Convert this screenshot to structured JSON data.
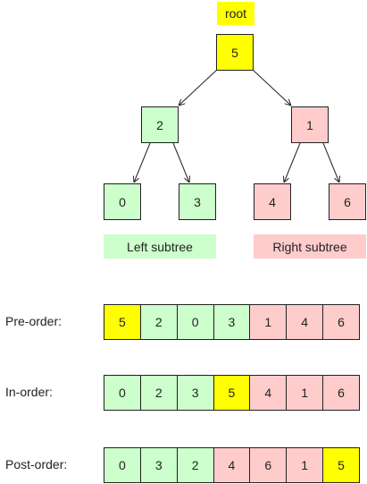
{
  "colors": {
    "root": "#ffff00",
    "left": "#ccffcc",
    "right": "#ffcccc",
    "border": "#222222"
  },
  "tree": {
    "root_label": "root",
    "nodes": {
      "n5": {
        "value": "5",
        "group": "root"
      },
      "n2": {
        "value": "2",
        "group": "left"
      },
      "n1": {
        "value": "1",
        "group": "right"
      },
      "n0": {
        "value": "0",
        "group": "left"
      },
      "n3": {
        "value": "3",
        "group": "left"
      },
      "n4": {
        "value": "4",
        "group": "right"
      },
      "n6": {
        "value": "6",
        "group": "right"
      }
    },
    "edges": [
      [
        "n5",
        "n2"
      ],
      [
        "n5",
        "n1"
      ],
      [
        "n2",
        "n0"
      ],
      [
        "n2",
        "n3"
      ],
      [
        "n1",
        "n4"
      ],
      [
        "n1",
        "n6"
      ]
    ]
  },
  "legend": {
    "left": "Left subtree",
    "right": "Right subtree"
  },
  "traversals": [
    {
      "label": "Pre-order:",
      "cells": [
        {
          "value": "5",
          "group": "root"
        },
        {
          "value": "2",
          "group": "left"
        },
        {
          "value": "0",
          "group": "left"
        },
        {
          "value": "3",
          "group": "left"
        },
        {
          "value": "1",
          "group": "right"
        },
        {
          "value": "4",
          "group": "right"
        },
        {
          "value": "6",
          "group": "right"
        }
      ]
    },
    {
      "label": "In-order:",
      "cells": [
        {
          "value": "0",
          "group": "left"
        },
        {
          "value": "2",
          "group": "left"
        },
        {
          "value": "3",
          "group": "left"
        },
        {
          "value": "5",
          "group": "root"
        },
        {
          "value": "4",
          "group": "right"
        },
        {
          "value": "1",
          "group": "right"
        },
        {
          "value": "6",
          "group": "right"
        }
      ]
    },
    {
      "label": "Post-order:",
      "cells": [
        {
          "value": "0",
          "group": "left"
        },
        {
          "value": "3",
          "group": "left"
        },
        {
          "value": "2",
          "group": "left"
        },
        {
          "value": "4",
          "group": "right"
        },
        {
          "value": "6",
          "group": "right"
        },
        {
          "value": "1",
          "group": "right"
        },
        {
          "value": "5",
          "group": "root"
        }
      ]
    }
  ]
}
